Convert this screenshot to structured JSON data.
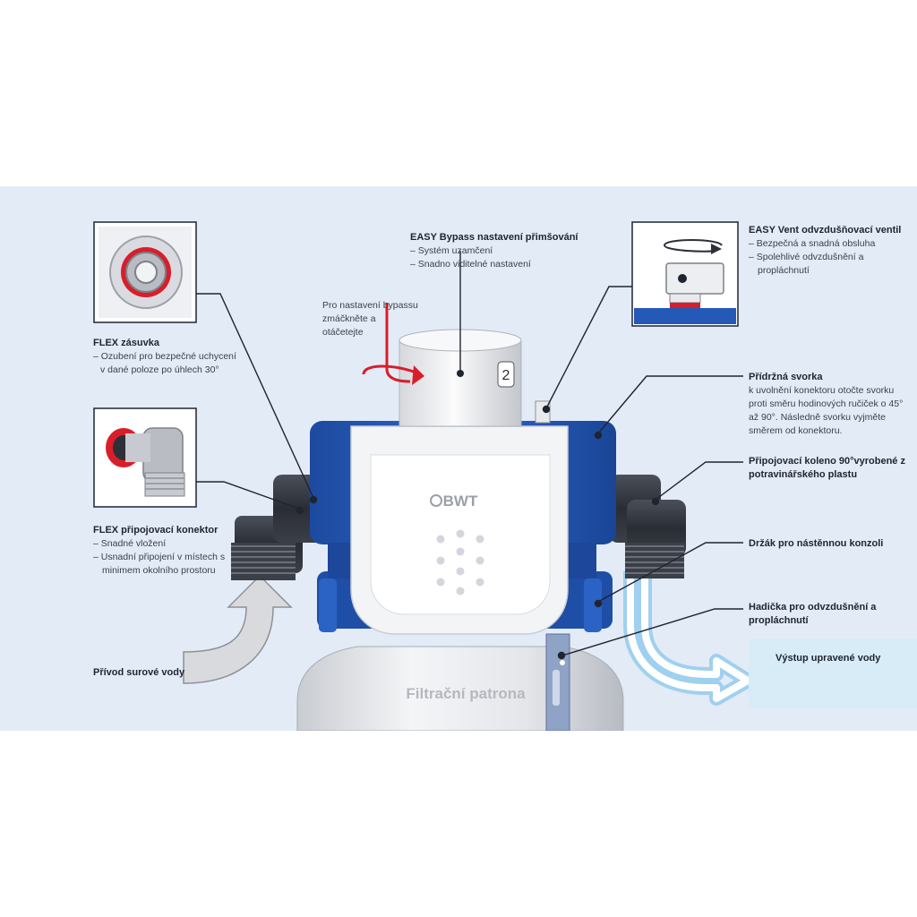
{
  "callouts": {
    "flex_socket": {
      "title": "FLEX zásuvka",
      "lines": [
        "– Ozubení pro bezpečné uchycení",
        "v dané poloze po úhlech 30°"
      ]
    },
    "flex_connector": {
      "title": "FLEX připojovací konektor",
      "lines": [
        "–  Snadné vložení",
        "–  Usnadní připojení v místech s",
        "minimem okolního prostoru"
      ]
    },
    "raw_water": {
      "title": "Přívod surové vody"
    },
    "bypass": {
      "title": "EASY Bypass nastavení přimšování",
      "lines": [
        "– Systém uzamčení",
        "– Snadno viditelné nastavení"
      ]
    },
    "bypass_hint": {
      "lines": [
        "Pro nastavení bypassu",
        "zmáčkněte a",
        "otáčetejte"
      ]
    },
    "vent": {
      "title": "EASY Vent odvzdušňovací ventil",
      "lines": [
        "– Bezpečná a snadná obsluha",
        "– Spolehlivé odvzdušnění a",
        "propláchnutí"
      ]
    },
    "clamp": {
      "title": "Přídržná svorka",
      "lines": [
        "k uvolnění konektoru otočte svorku",
        "proti směru hodinových ručiček o 45°",
        "až 90°. Následně svorku vyjměte",
        "směrem od konektoru."
      ]
    },
    "elbow": {
      "lines": [
        "Připojovací koleno 90°vyrobené z",
        "potravinářského plastu"
      ]
    },
    "bracket": {
      "title": "Držák pro nástěnnou konzoli"
    },
    "hose": {
      "lines": [
        "Hadička pro odvzdušnění a",
        "propláchnutí"
      ]
    },
    "outlet": {
      "title": "Výstup upravené vody"
    }
  },
  "device": {
    "brand": "BWT",
    "dial_number": "2",
    "cartridge_label": "Filtrační patrona"
  },
  "colors": {
    "background": "#e3ebf6",
    "blue_body": "#2459b8",
    "dark_blue": "#173f8a",
    "red_accent": "#d81e2a",
    "white_cover": "#f2f3f5",
    "dark_fitting": "#2d3038",
    "light_water": "#d7ecf7"
  }
}
